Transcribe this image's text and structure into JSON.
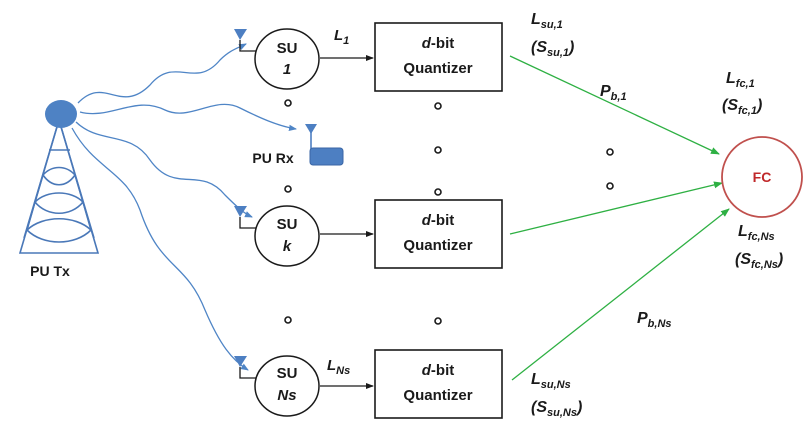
{
  "colors": {
    "tower": "#4a78b8",
    "tower_head": "#4e82c4",
    "pu_rx": "#4d7fc2",
    "blue_arrows": "#4f85c6",
    "green_links": "#2eb043",
    "fc_circle": "#c0504d",
    "fc_text": "#c0282a",
    "ink": "#1a1a1a"
  },
  "pu_tx": {
    "label": "PU Tx"
  },
  "pu_rx": {
    "label": "PU Rx"
  },
  "fc": {
    "label": "FC"
  },
  "su_nodes": [
    {
      "line1": "SU",
      "line2": "1"
    },
    {
      "line1": "SU",
      "line2": "k"
    },
    {
      "line1": "SU",
      "line2": "Ns"
    }
  ],
  "quantizers": [
    {
      "line1_italic": "d",
      "line1_rest": "-bit",
      "line2": "Quantizer"
    },
    {
      "line1_italic": "d",
      "line1_rest": "-bit",
      "line2": "Quantizer"
    },
    {
      "line1_italic": "d",
      "line1_rest": "-bit",
      "line2": "Quantizer"
    }
  ],
  "labels": {
    "l1": {
      "base": "L",
      "sub": "1"
    },
    "lns": {
      "base": "L",
      "sub": "Ns"
    },
    "lsu1": {
      "base": "L",
      "sub": "su,1"
    },
    "ssu1": {
      "open": "(",
      "base": "S",
      "sub": "su,1",
      "close": ")"
    },
    "pb1": {
      "base": "P",
      "sub": "b,1"
    },
    "lfc1": {
      "base": "L",
      "sub": "fc,1"
    },
    "sfc1": {
      "open": "(",
      "base": "S",
      "sub": "fc,1",
      "close": ")"
    },
    "lfcns": {
      "base": "L",
      "sub": "fc,Ns"
    },
    "sfcns": {
      "open": "(",
      "base": "S",
      "sub": "fc,Ns",
      "close": ")"
    },
    "pbns": {
      "base": "P",
      "sub": "b,Ns"
    },
    "lsuns": {
      "base": "L",
      "sub": "su,Ns"
    },
    "ssuns": {
      "open": "(",
      "base": "S",
      "sub": "su,Ns",
      "close": ")"
    }
  }
}
